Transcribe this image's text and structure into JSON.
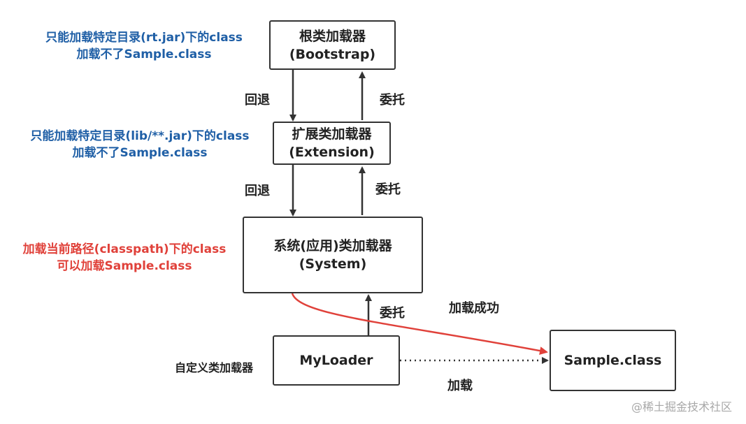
{
  "boxes": {
    "bootstrap": {
      "line1": "根类加载器",
      "line2": "(Bootstrap)"
    },
    "extension": {
      "line1": "扩展类加载器",
      "line2": "(Extension)"
    },
    "system": {
      "line1": "系统(应用)类加载器",
      "line2": "(System)"
    },
    "myloader": {
      "line1": "MyLoader"
    },
    "sample": {
      "line1": "Sample.class"
    }
  },
  "notes": {
    "bootstrap": {
      "line1": "只能加载特定目录(rt.jar)下的class",
      "line2": "加载不了Sample.class"
    },
    "extension": {
      "line1": "只能加载特定目录(lib/**.jar)下的class",
      "line2": "加载不了Sample.class"
    },
    "system": {
      "line1": "加载当前路径(classpath)下的class",
      "line2": "可以加载Sample.class"
    }
  },
  "labels": {
    "fallback_top": "回退",
    "delegate_top": "委托",
    "fallback_mid": "回退",
    "delegate_mid": "委托",
    "delegate_bottom": "委托",
    "load_success": "加载成功",
    "custom_loader": "自定义类加载器",
    "load": "加载"
  },
  "colors": {
    "note_blue": "#1f5fa6",
    "note_red": "#e0413a",
    "line": "#333333"
  },
  "watermark": "@稀土掘金技术社区"
}
